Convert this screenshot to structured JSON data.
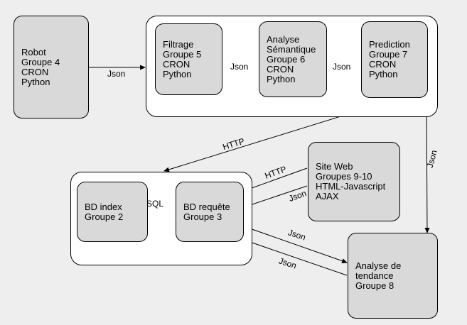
{
  "boxes": {
    "robot": [
      "Robot",
      "Groupe 4",
      "CRON",
      "Python"
    ],
    "filtrage": [
      "Filtrage",
      "Groupe 5",
      "CRON",
      "Python"
    ],
    "analyse_semantique": [
      "Analyse",
      "Sémantique",
      "Groupe 6",
      "CRON",
      "Python"
    ],
    "prediction": [
      "Prediction",
      "Groupe 7",
      "CRON",
      "Python"
    ],
    "site_web": [
      "Site Web",
      "Groupes 9-10",
      "HTML-Javascript",
      "AJAX"
    ],
    "bd_index": [
      "BD index",
      "Groupe 2"
    ],
    "bd_requete": [
      "BD requête",
      "Groupe 3"
    ],
    "analyse_tendance": [
      "Analyse de",
      "tendance",
      "Groupe 8"
    ]
  },
  "labels": {
    "robot_to_pipeline": "Json",
    "filtrage_to_analyse": "Json",
    "analyse_to_prediction": "Json",
    "prediction_to_tendance": "Json",
    "pipeline_to_db": "HTTP",
    "bdreq_to_site": "HTTP",
    "site_to_bdreq": "Json",
    "bdreq_to_bdindex": "SQL",
    "bdreq_to_tendance": "Json",
    "tendance_to_bdreq": "Json"
  },
  "colors": {
    "background": "#eeeeee",
    "container": "#ffffff",
    "box": "#d9d9d9",
    "stroke": "#000000"
  }
}
